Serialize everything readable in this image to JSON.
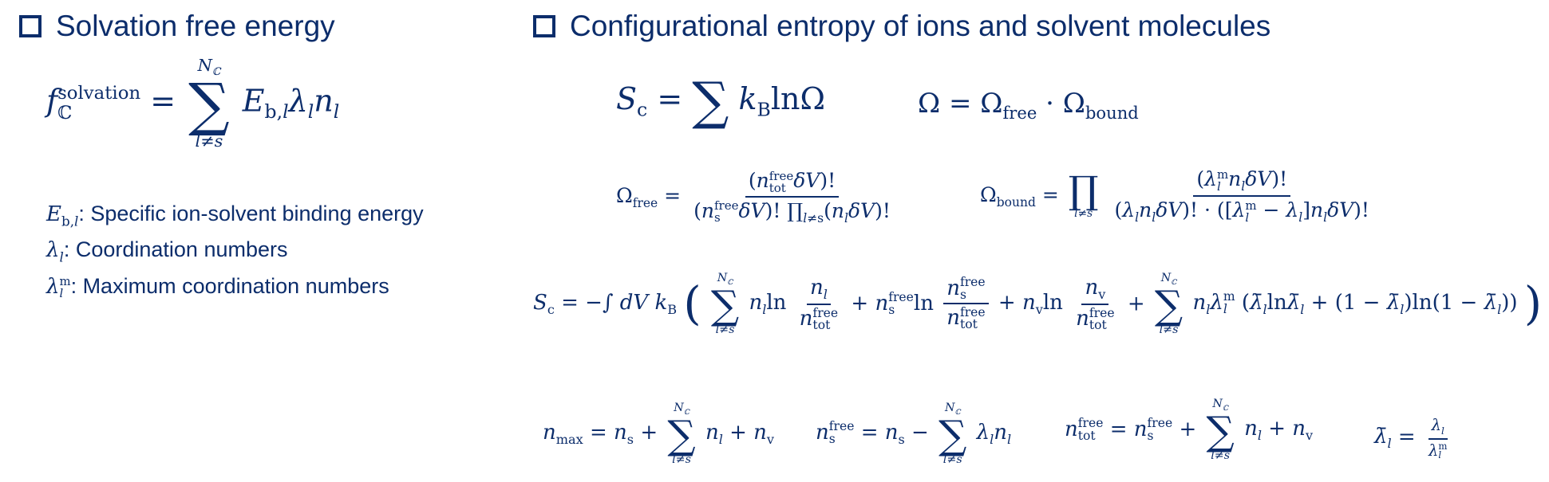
{
  "left": {
    "heading": "Solvation free energy",
    "equation": {
      "lhs_symbol": "f",
      "lhs_sub": "ℂ",
      "lhs_sup": "solvation",
      "sum_upper": "Nℂ",
      "sum_lower": "l≠s",
      "rhs": "Eb,l λl nl"
    },
    "legend": [
      {
        "symbol": "Eb,l",
        "text": ": Specific ion-solvent binding energy"
      },
      {
        "symbol": "λl",
        "text": ": Coordination numbers"
      },
      {
        "symbol": "λlm",
        "text": ": Maximum coordination numbers"
      }
    ]
  },
  "right": {
    "heading": "Configurational entropy of ions and solvent molecules",
    "eq_sc": "Sc = ∑ kB lnΩ",
    "eq_omega": "Ω = Ωfree · Ωbound",
    "eq_omega_free": {
      "lhs": "Ωfree =",
      "num": "(ntotfree δV)!",
      "den": "(nsfree δV)! ∏l≠s (nl δV)!"
    },
    "eq_omega_bound": {
      "lhs": "Ωbound =",
      "prod_lower": "l≠s",
      "num": "(λlm nl δV)!",
      "den": "(λl nl δV)! · ([λlm − λl] nl δV)!"
    },
    "eq_sc_full": {
      "lhs": "Sc = −∫ dV kB",
      "term1": "nl ln (nl / ntotfree)",
      "term2": "+ nsfree ln (nsfree / ntotfree)",
      "term3": "+ nv ln (nv / ntotfree)",
      "term4": "+ nl λlm (λ̄l lnλ̄l + (1 − λ̄l) ln(1 − λ̄l))"
    },
    "eq_nmax": "nmax = ns + ∑ nl + nv",
    "eq_nsfree": "nsfree = ns − ∑ λl nl",
    "eq_ntotfree": "ntotfree = nsfree + ∑ nl + nv",
    "eq_lambdabar": "λ̄l = λl / λlm"
  },
  "colors": {
    "text": "#0c2d6b",
    "background": "#ffffff"
  }
}
